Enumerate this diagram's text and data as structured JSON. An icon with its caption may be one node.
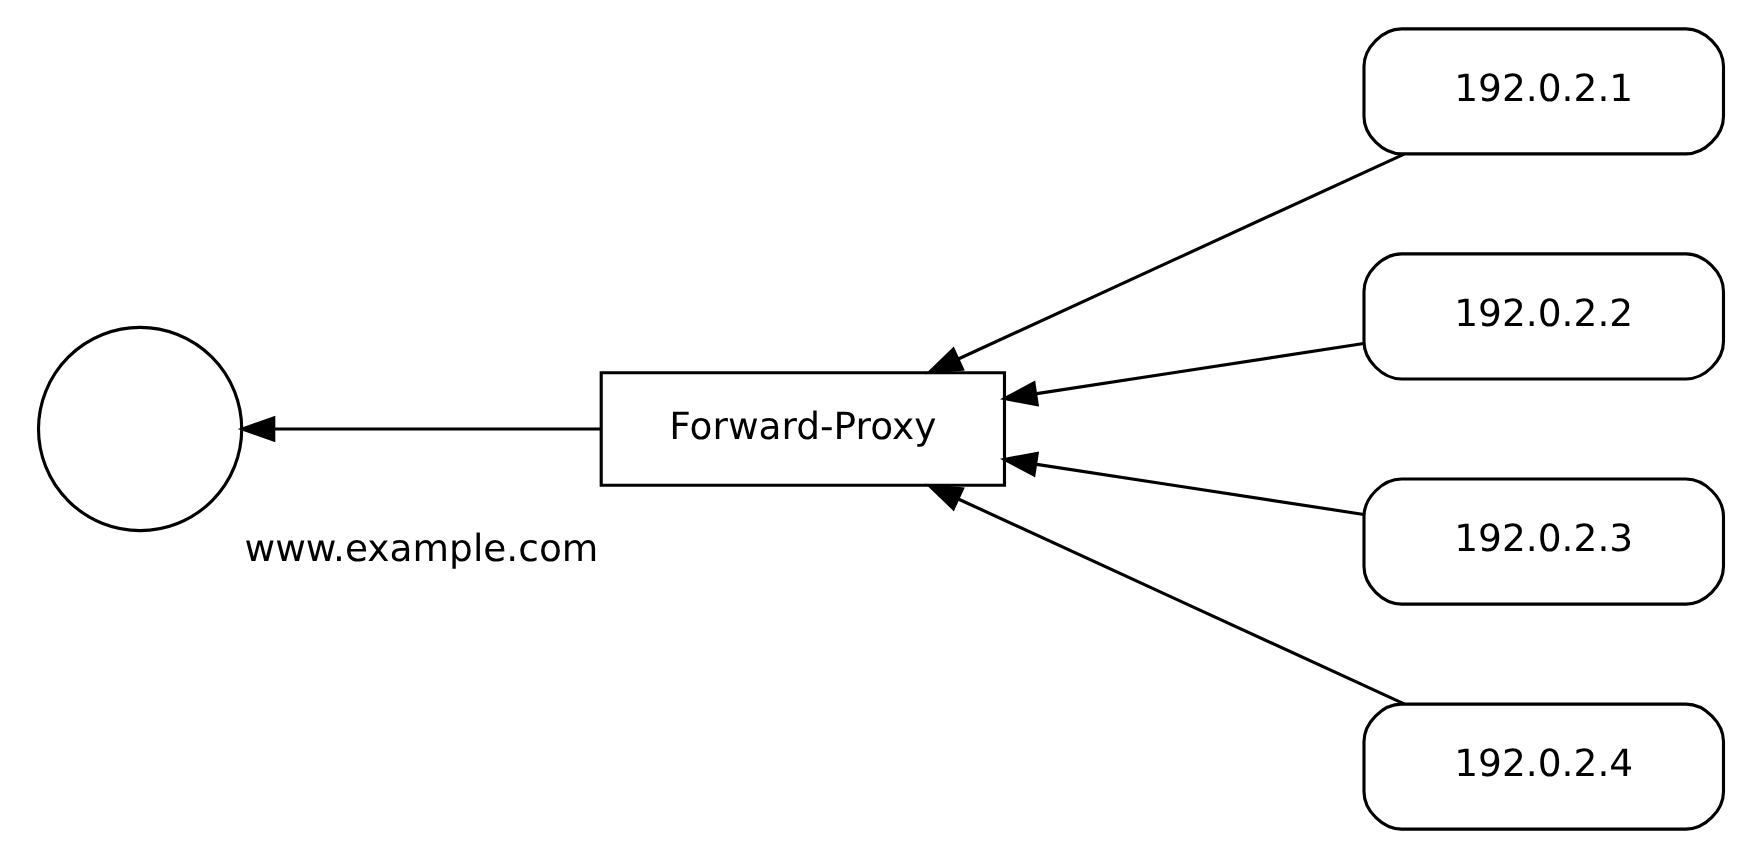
{
  "diagram": {
    "nodes": [
      {
        "text": [],
        "shape": "circle",
        "beside": [
          "www.example.com"
        ]
      },
      {
        "text": [
          "Forward-Proxy"
        ]
      },
      {
        "text": [
          "192.0.2.1"
        ]
      },
      {
        "text": [
          "192.0.2.2"
        ]
      },
      {
        "text": [
          "192.0.2.3"
        ]
      },
      {
        "text": [
          "192.0.2.4"
        ]
      }
    ],
    "edges": [
      {
        "from": 1,
        "to": 0,
        "arrow": "to"
      },
      {
        "from": 2,
        "to": 1,
        "arrow": "to"
      },
      {
        "from": 3,
        "to": 1,
        "arrow": "to"
      },
      {
        "from": 4,
        "to": 1,
        "arrow": "to"
      },
      {
        "from": 5,
        "to": 1,
        "arrow": "to"
      }
    ]
  }
}
